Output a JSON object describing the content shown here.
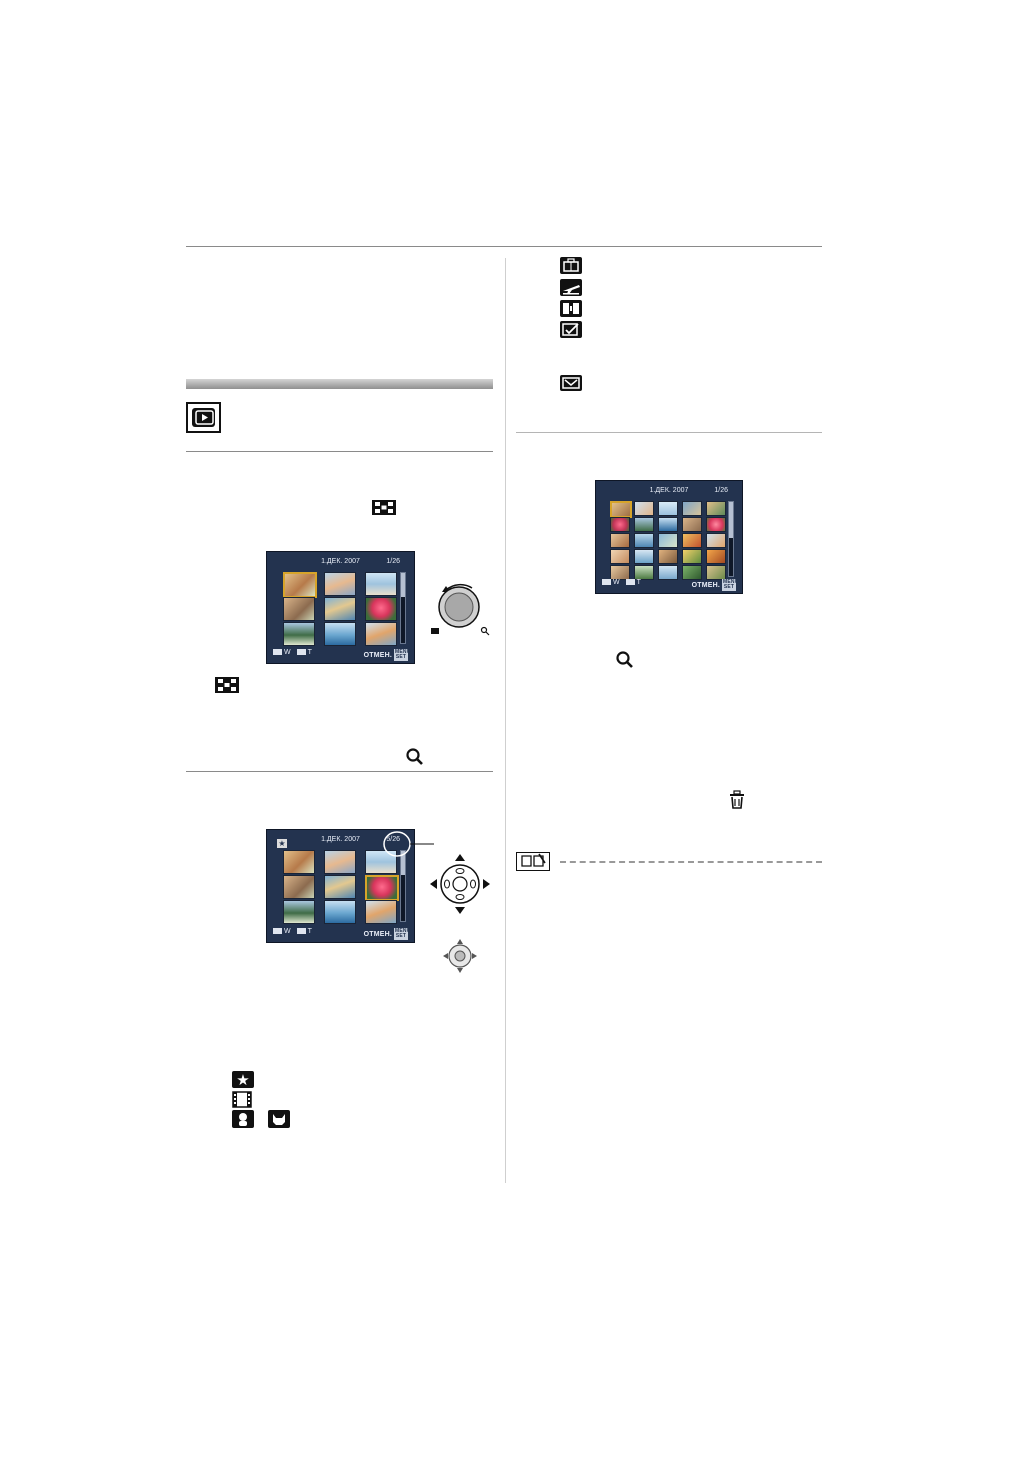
{
  "lcd_small": {
    "date": "1.ДЕК. 2007",
    "count_a": "1/26",
    "count_b": "5/26",
    "cancel": "ОТМЕН.",
    "menu_set": "MENU SET",
    "footer_w": "W",
    "footer_t": "T"
  },
  "lcd_large": {
    "date": "1.ДЕК. 2007",
    "count": "1/26",
    "cancel": "ОТМЕН.",
    "menu_set": "MENU SET",
    "footer_w": "W",
    "footer_t": "T"
  },
  "icons": {
    "playback": "playback-icon",
    "multi_playback": "multi-playback-icon",
    "zoom": "magnifier-icon",
    "trash": "trash-icon",
    "favorite": "star-icon",
    "movie": "film-icon",
    "baby": "baby-icon",
    "pet": "pet-icon",
    "travel": "suitcase-icon",
    "airplane": "airplane-icon",
    "scene": "scene-icon",
    "recording": "recording-icon",
    "title": "title-icon",
    "note": "note-icon"
  },
  "colors": {
    "lcd_bg": "#23334f",
    "selection": "#d7a42a",
    "section_bar": "#a8a8a8"
  }
}
